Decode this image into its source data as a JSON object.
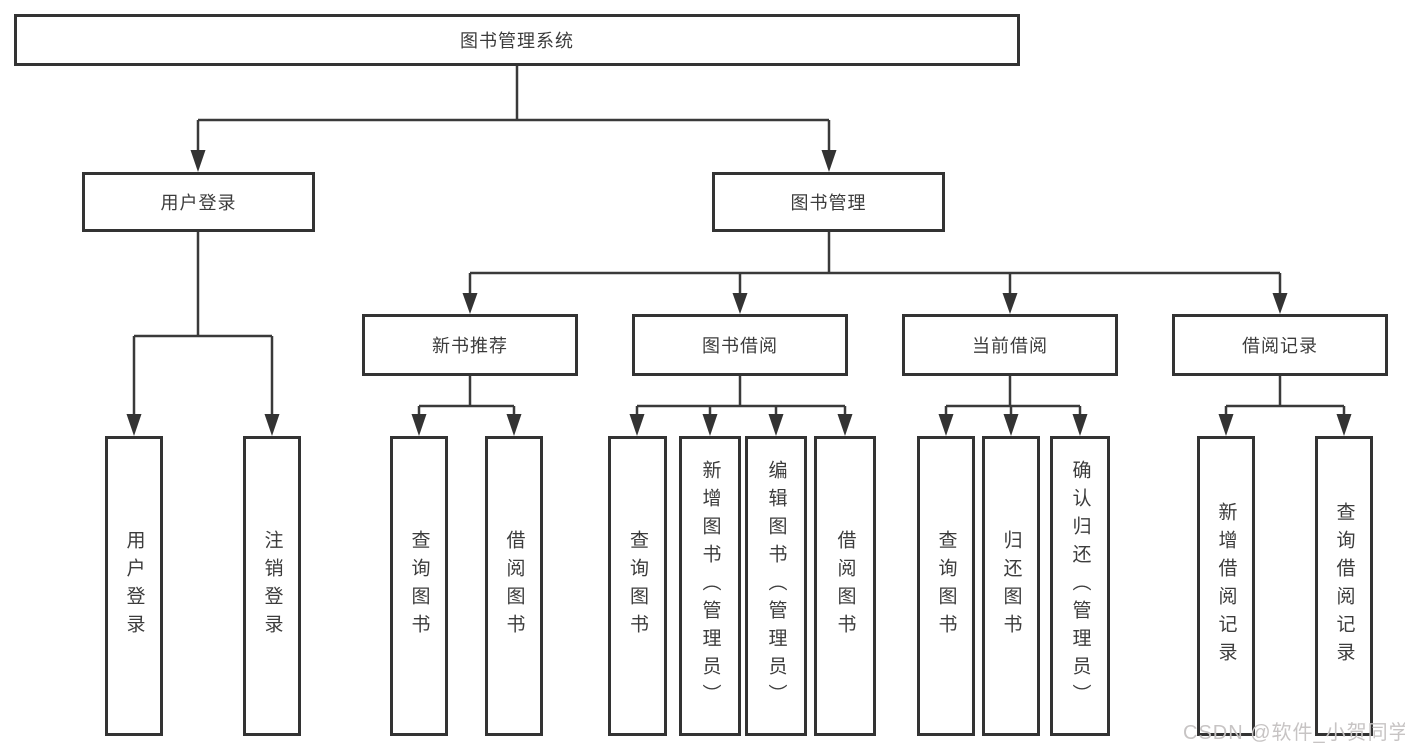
{
  "diagram": {
    "root": {
      "label": "图书管理系统"
    },
    "level2": {
      "user_login": {
        "label": "用户登录"
      },
      "book_mgmt": {
        "label": "图书管理"
      }
    },
    "level3": {
      "new_book_rec": {
        "label": "新书推荐"
      },
      "book_borrow": {
        "label": "图书借阅"
      },
      "current_borrow": {
        "label": "当前借阅"
      },
      "borrow_records": {
        "label": "借阅记录"
      }
    },
    "leaves": {
      "login": "用户登录",
      "logout": "注销登录",
      "nb_query": "查询图书",
      "nb_borrow": "借阅图书",
      "bb_query": "查询图书",
      "bb_add": "新增图书（管理员）",
      "bb_edit": "编辑图书（管理员）",
      "bb_borrow": "借阅图书",
      "cb_query": "查询图书",
      "cb_return": "归还图书",
      "cb_confirm": "确认归还（管理员）",
      "br_add": "新增借阅记录",
      "br_query": "查询借阅记录"
    }
  },
  "watermark": {
    "text": "CSDN @软件_小贺同学"
  },
  "colors": {
    "line": "#3a3a3a",
    "border": "#333333",
    "text": "#3c3c3c",
    "watermark": "#c7c4c4",
    "background": "#ffffff"
  }
}
